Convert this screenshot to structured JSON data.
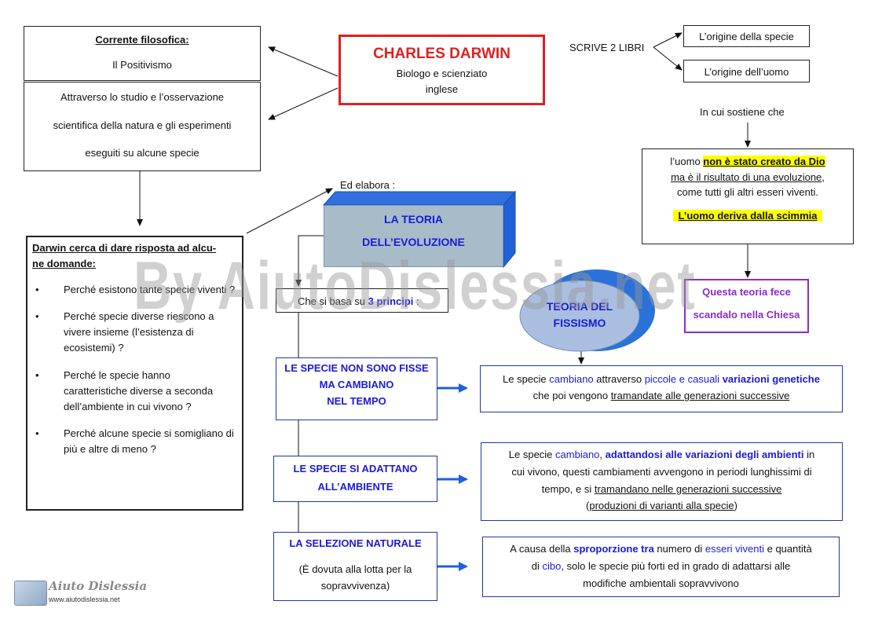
{
  "corrente": {
    "title": "Corrente filosofica:",
    "value": "Il Positivismo"
  },
  "attraverso": {
    "line1": "Attraverso lo studio e l’osservazione",
    "line2": "scientifica  della natura  e gli esperimenti",
    "line3": "eseguiti su alcune specie"
  },
  "darwin": {
    "name": "CHARLES DARWIN",
    "line1": "Biologo e scienziato",
    "line2": "inglese"
  },
  "libri": {
    "label": "SCRIVE 2 LIBRI",
    "book1": "L’origine della specie",
    "book2": "L’origine dell’uomo",
    "sostiene": "In cui sostiene che"
  },
  "uomo": {
    "pre": "l’uomo ",
    "hl": "non è stato creato da Dio",
    "line2": "ma è il risultato di una  evoluzione",
    "line2_end": ",",
    "line3": "come tutti gli altri  esseri viventi.",
    "line4": "L’uomo deriva dalla scimmia"
  },
  "scandalo": {
    "line1": "Questa teoria fece",
    "line2": "scandalo nella Chiesa"
  },
  "elabora": "Ed elabora :",
  "teoria": {
    "line1": "LA TEORIA",
    "line2": "DELL’EVOLUZIONE"
  },
  "fissismo": {
    "line1": "TEORIA  DEL",
    "line2": "FISSISMO"
  },
  "principi": {
    "pre": "Che si basa su ",
    "bold": "3 principi",
    "post": " :"
  },
  "domande": {
    "title1": "Darwin  cerca di dare risposta ad alcu-",
    "title2": "ne domande:",
    "items": [
      "Perché esistono  tante specie viventi ?",
      "Perché specie diverse riescono a vivere   insieme (l’esistenza di ecosistemi) ?",
      "Perché le specie hanno caratteristiche  diverse a  seconda dell’ambiente in cui vivono ?",
      "Perché alcune  specie si somigliano di più e altre di meno ?"
    ]
  },
  "p1": {
    "line1": "LE SPECIE NON SONO  FISSE",
    "line2": "MA CAMBIANO",
    "line3": "NEL  TEMPO"
  },
  "p2": {
    "line1": "LE SPECIE SI ADATTANO",
    "line2": "ALL’AMBIENTE"
  },
  "p3": {
    "line1": "LA SELEZIONE NATURALE",
    "line2": "(È dovuta alla lotta per la",
    "line3": "sopravvivenza)"
  },
  "d1": {
    "a": "Le specie ",
    "b": "cambiano",
    "c": " attraverso ",
    "d": "piccole e casuali",
    "e": " ",
    "f": "variazioni  genetiche",
    "line2a": "che poi vengono  ",
    "line2b": "tramandate  alle generazioni successive"
  },
  "d2": {
    "a": "Le specie ",
    "b": "cambiano",
    "c": ", ",
    "d": "adattandosi alle variazioni degli ambienti",
    "e": "  in",
    "line2": "cui  vivono, questi cambiamenti avvengono in periodi  lunghissimi di",
    "line3a": "tempo,  e si ",
    "line3b": "tramandano nelle  generazioni  successive",
    "line4a": "(",
    "line4b": "produzioni di varianti alla specie",
    "line4c": ")"
  },
  "d3": {
    "a": "A causa della ",
    "b": "sproporzione tra",
    "c": " numero  di ",
    "d": "esseri viventi",
    "e": " e quantità",
    "line2a": "di ",
    "line2b": "cibo",
    "line2c": ", solo  le specie più forti ed in grado di adattarsi alle",
    "line3": "modifiche ambientali sopravvivono"
  },
  "watermark": "By AiutoDislessia.net",
  "logo": {
    "name": "Aiuto Dislessia",
    "url": "www.aiutodislessia.net"
  }
}
